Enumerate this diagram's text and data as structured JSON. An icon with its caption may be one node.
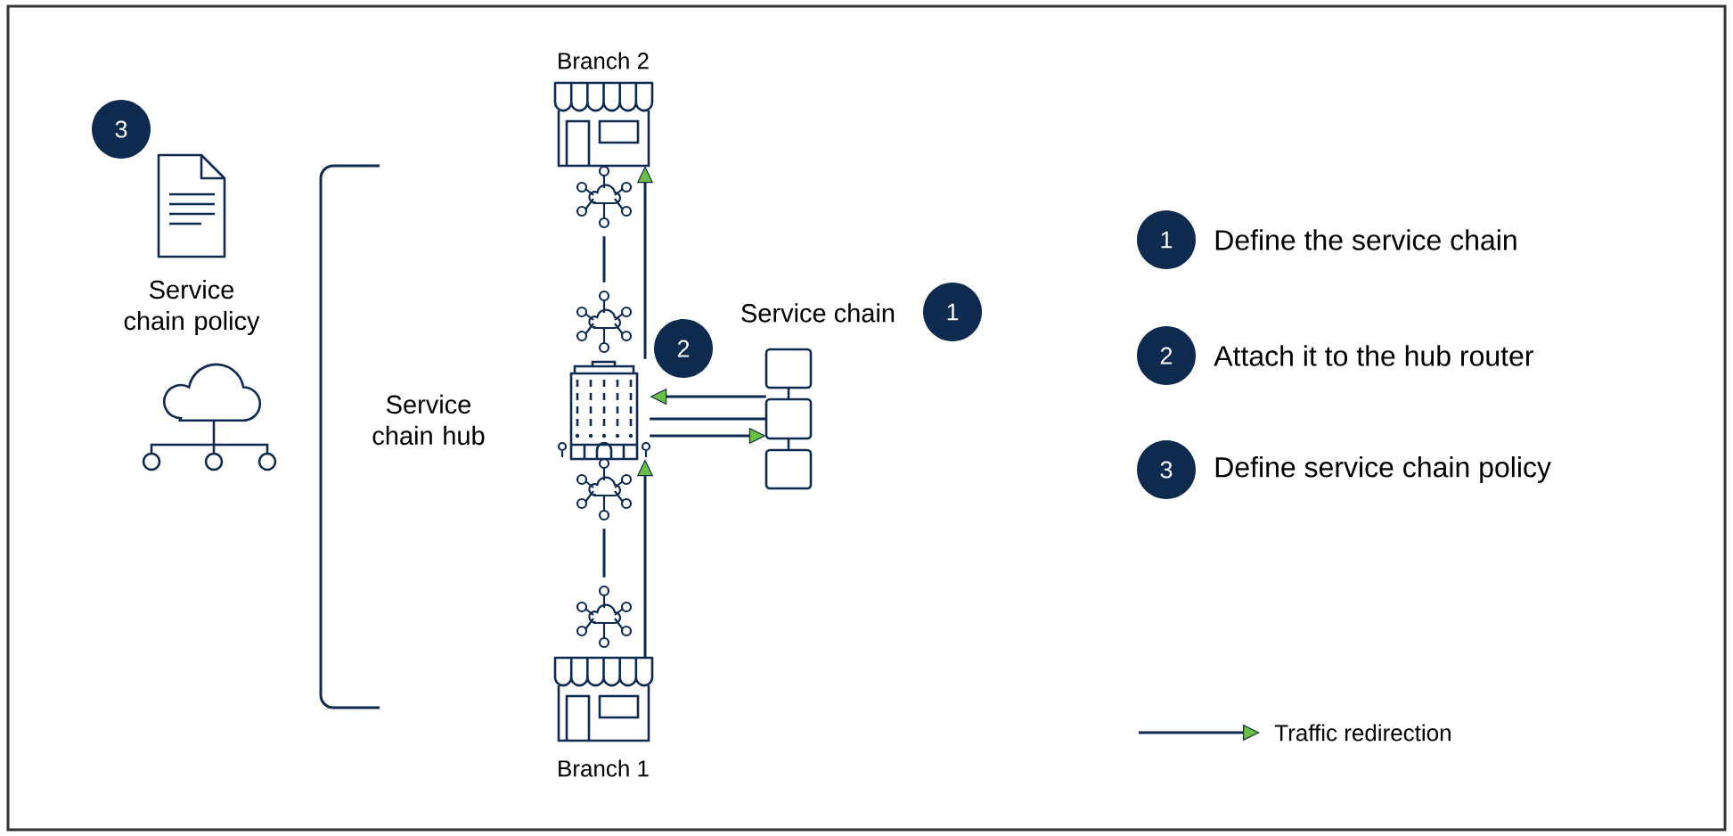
{
  "diagram": {
    "nodes": [
      {
        "text": [
          "3"
        ]
      },
      {
        "text": [
          "Branch 2"
        ]
      },
      {
        "text": [],
        "shape": "picture"
      },
      {
        "text": [],
        "shape": "picture"
      },
      {
        "text": [
          "2"
        ]
      },
      {
        "text": [],
        "shape": "picture"
      },
      {
        "text": [
          "Service chain"
        ]
      },
      {
        "text": [
          "1"
        ]
      },
      {
        "text": [],
        "shape": "picture"
      },
      {
        "text": [],
        "shape": "picture"
      },
      {
        "text": [
          "Branch 1"
        ]
      },
      {
        "text": [
          "1"
        ],
        "beside": [
          "Define the service chain"
        ]
      },
      {
        "text": [
          "2"
        ],
        "beside": [
          "Attach it to the hub router"
        ]
      },
      {
        "text": [
          "3"
        ],
        "beside": [
          "Define service chain policy"
        ]
      }
    ],
    "edges": [
      {
        "from": 10,
        "to": 5,
        "arrow": "to"
      },
      {
        "from": 5,
        "to": 1,
        "arrow": "to"
      },
      {
        "from": 6,
        "to": 5,
        "arrow": "to"
      },
      {
        "from": 5,
        "to": 6,
        "arrow": "none"
      },
      {
        "from": 5,
        "to": 6,
        "arrow": "to"
      },
      {
        "from": 2,
        "to": 3,
        "arrow": "none"
      },
      {
        "from": 8,
        "to": 9,
        "arrow": "none"
      }
    ],
    "labels": [
      "Service chain policy",
      "Service chain hub"
    ],
    "legend": [
      {
        "text": "Traffic redirection"
      }
    ]
  }
}
